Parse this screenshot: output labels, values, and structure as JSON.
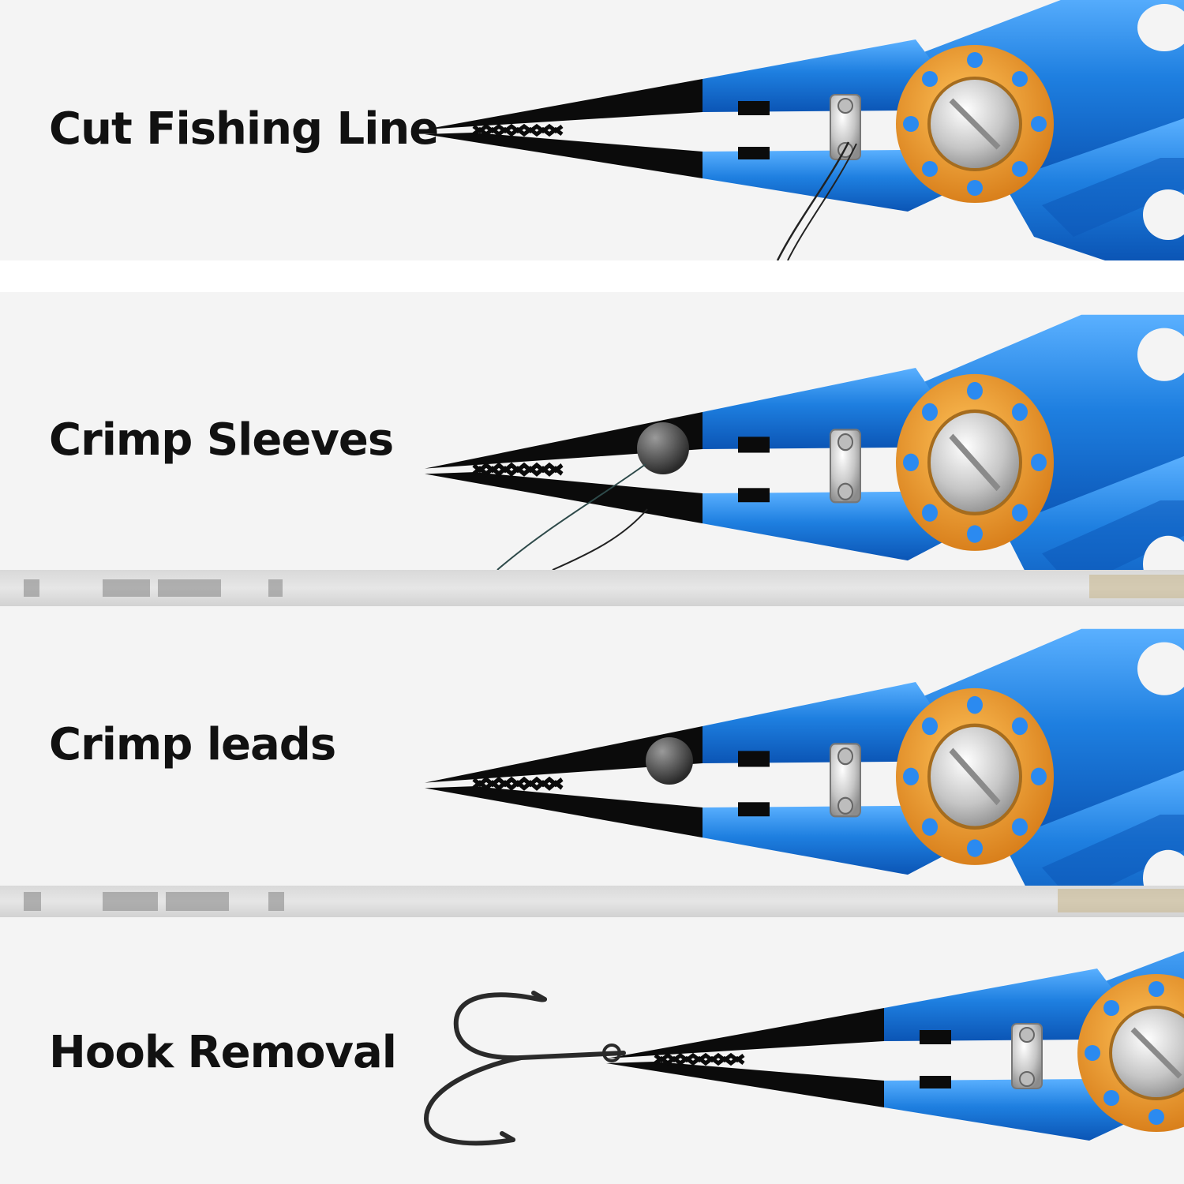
{
  "panels": [
    {
      "label": "Cut Fishing Line"
    },
    {
      "label": "Crimp Sleeves"
    },
    {
      "label": "Crimp leads"
    },
    {
      "label": "Hook Removal"
    }
  ],
  "colors": {
    "handle_blue": "#1e7fe0",
    "handle_blue_dark": "#0d5fc0",
    "jaw_black": "#0b0b0b",
    "pivot_orange": "#e99a2c",
    "background": "#f4f4f4"
  }
}
